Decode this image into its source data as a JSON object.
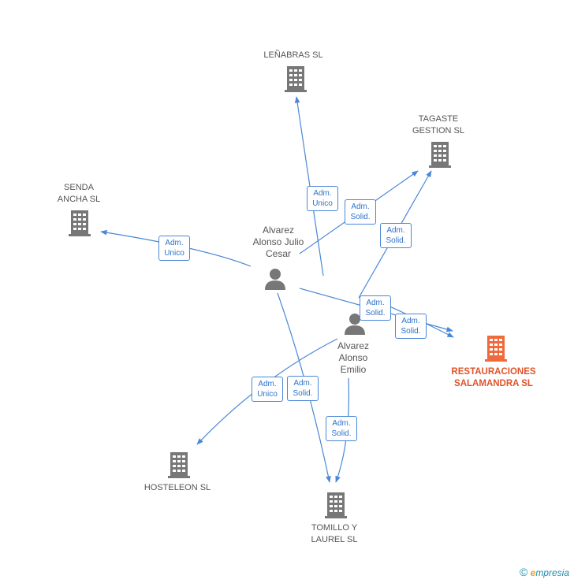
{
  "companies": {
    "lenabras": "LEÑABRAS SL",
    "tagaste": "TAGASTE\nGESTION  SL",
    "senda": "SENDA\nANCHA  SL",
    "restauraciones": "RESTAURACIONES\nSALAMANDRA SL",
    "hosteleon": "HOSTELEON SL",
    "tomillo": "TOMILLO Y\nLAUREL SL"
  },
  "persons": {
    "julio": "Alvarez\nAlonso Julio\nCesar",
    "emilio": "Alvarez\nAlonso\nEmilio"
  },
  "relations": {
    "adm_unico": "Adm.\nUnico",
    "adm_solid": "Adm.\nSolid."
  },
  "brand": {
    "copyright": "©",
    "e": "e",
    "rest": "mpresia"
  },
  "colors": {
    "edge": "#4a87d6",
    "node": "#777777",
    "main": "#f06a3c"
  }
}
